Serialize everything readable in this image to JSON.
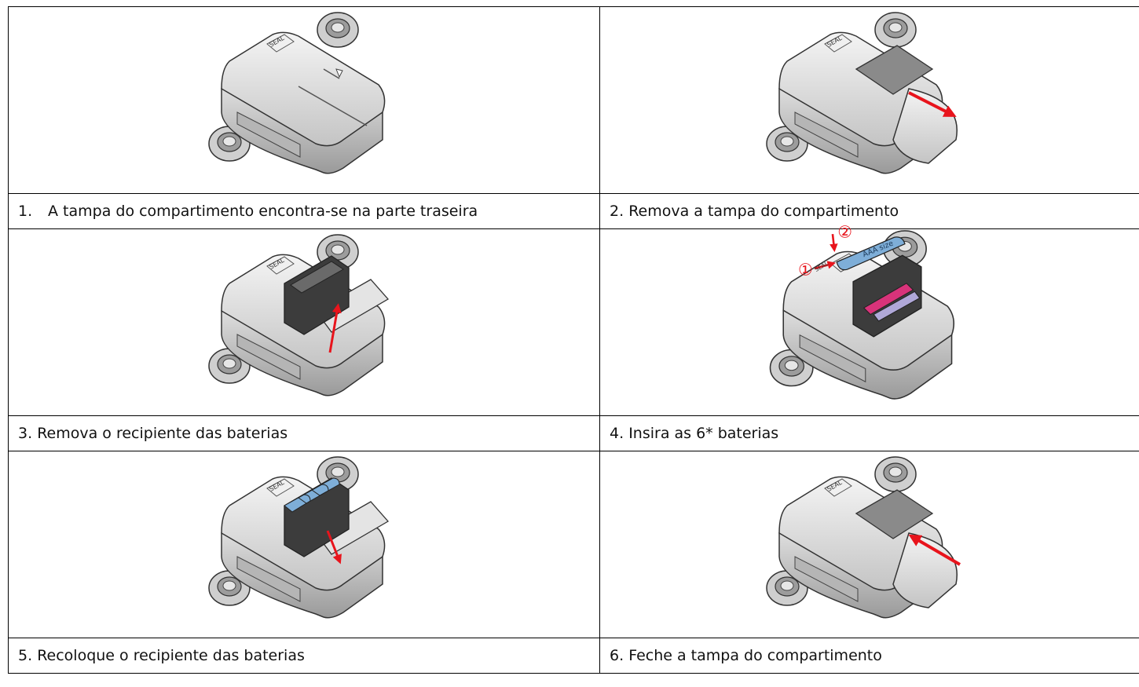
{
  "steps": [
    {
      "num": "1.",
      "caption": "A tampa do compartimento encontra-se na parte traseira",
      "icon": "device-cover-closed-icon"
    },
    {
      "num": "2.",
      "caption": "Remova a tampa do compartimento",
      "icon": "remove-cover-icon"
    },
    {
      "num": "3.",
      "caption": "Remova o recipiente das baterias",
      "icon": "remove-battery-holder-icon"
    },
    {
      "num": "4.",
      "caption": "Insira as 6* baterias",
      "icon": "insert-batteries-icon"
    },
    {
      "num": "5.",
      "caption": "Recoloque o recipiente das baterias",
      "icon": "replace-battery-holder-icon"
    },
    {
      "num": "6.",
      "caption": "Feche a tampa do compartimento",
      "icon": "close-cover-icon"
    }
  ],
  "device_label": "SEAL",
  "battery_label": "AAA size",
  "markers": [
    "①",
    "②"
  ],
  "colors": {
    "arrow": "#e8141c",
    "battery_blue": "#7eaed8",
    "battery_pink": "#d8337a",
    "device_gray": "#d9d9d9",
    "border": "#000000"
  }
}
